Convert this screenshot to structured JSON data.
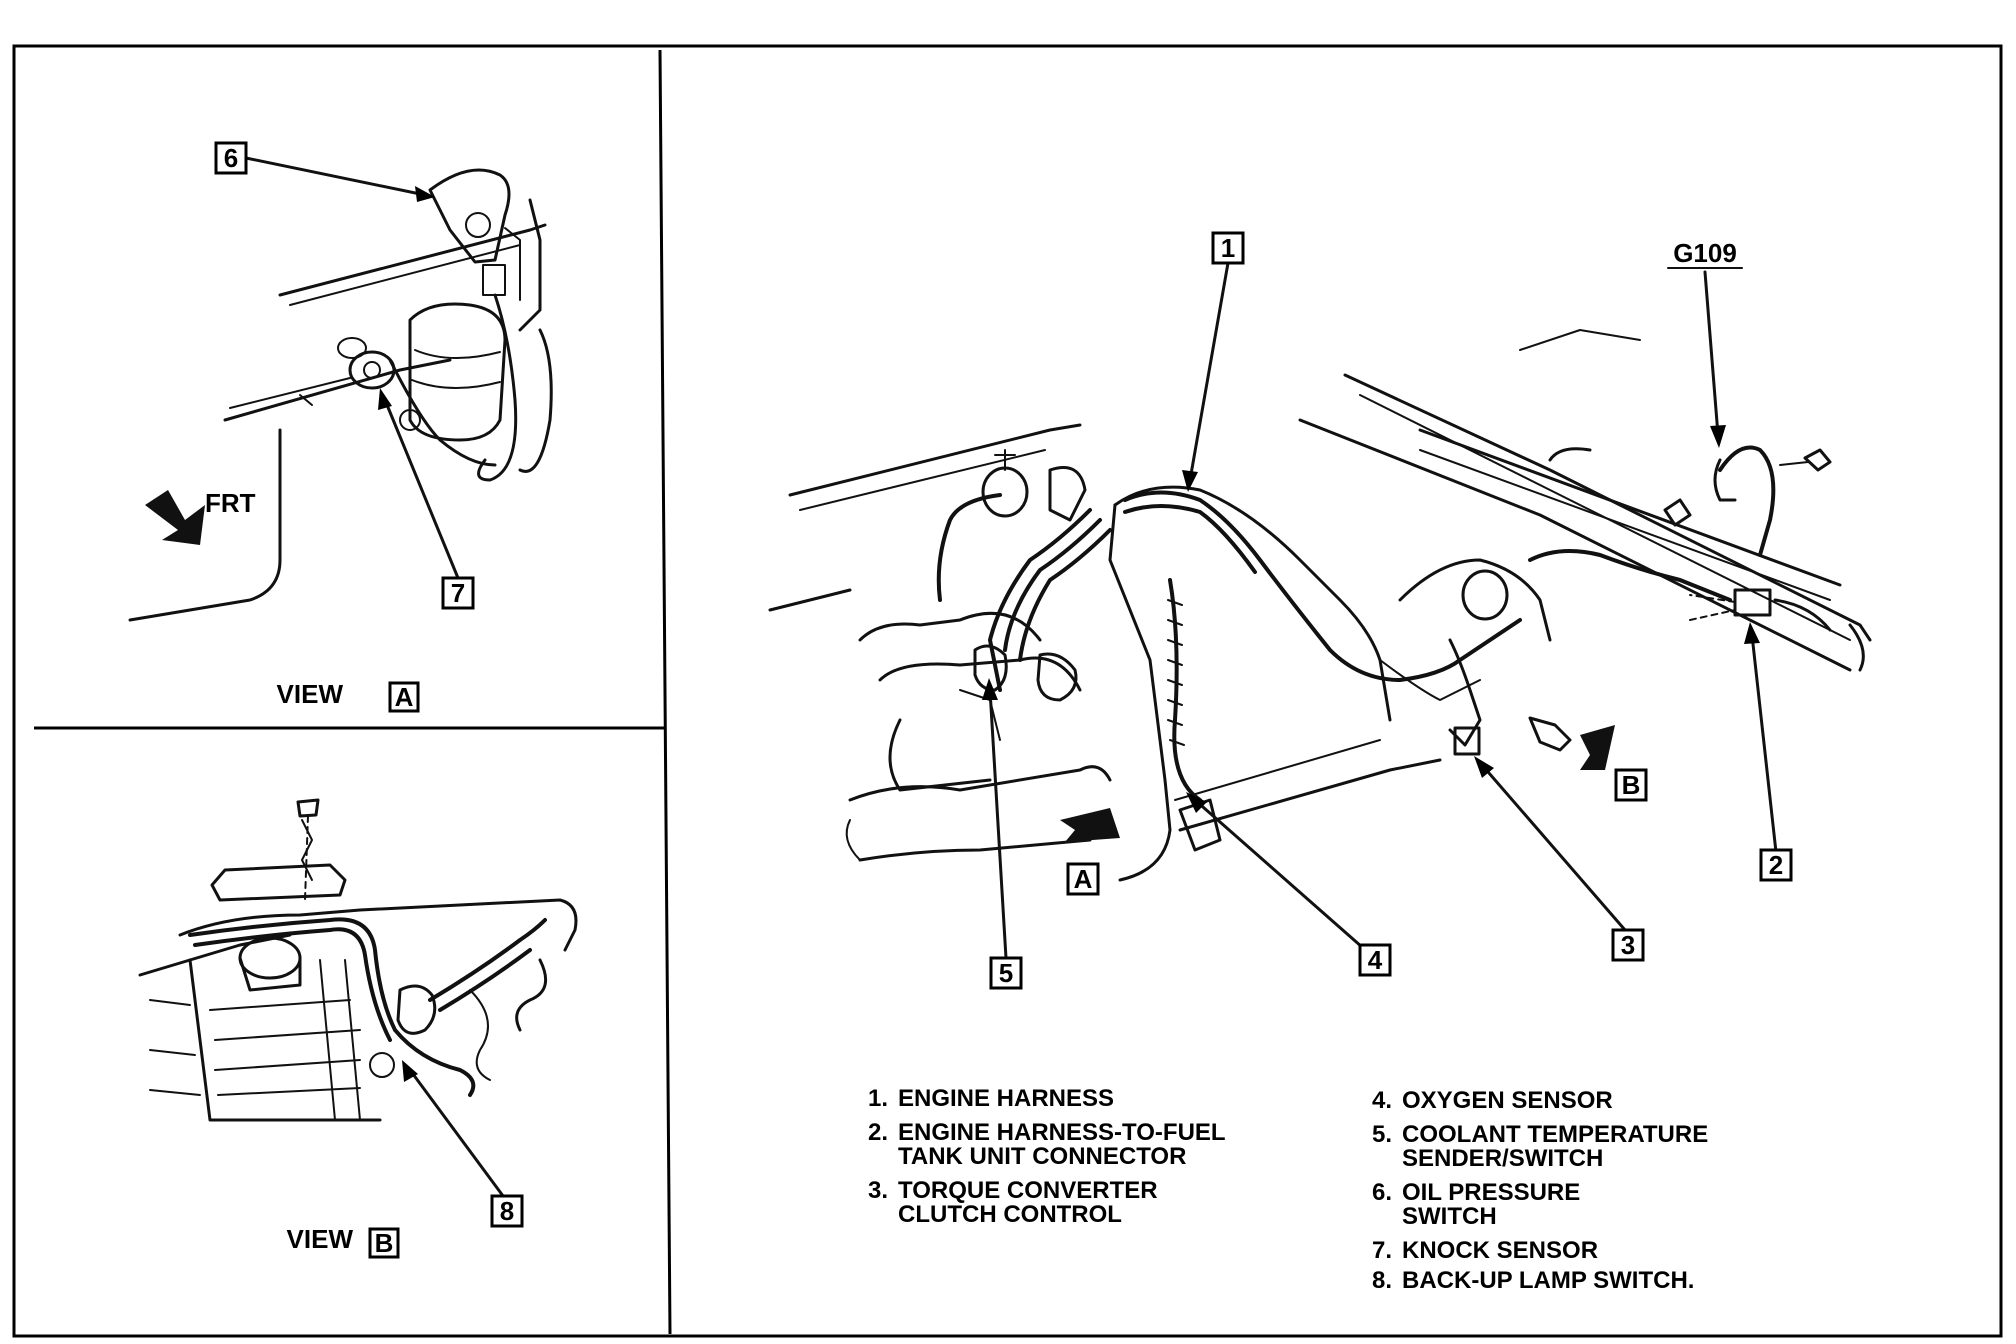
{
  "views": {
    "a": {
      "label": "VIEW",
      "letter": "A"
    },
    "b": {
      "label": "VIEW",
      "letter": "B"
    }
  },
  "front_label": "FRT",
  "ground_label": "G109",
  "callouts": {
    "c1": "1",
    "c2": "2",
    "c3": "3",
    "c4": "4",
    "c5": "5",
    "c6": "6",
    "c7": "7",
    "c8": "8",
    "view_a": "A",
    "view_b": "B"
  },
  "legend": {
    "left": [
      {
        "num": "1.",
        "lines": [
          "ENGINE HARNESS"
        ]
      },
      {
        "num": "2.",
        "lines": [
          "ENGINE HARNESS-TO-FUEL",
          "TANK UNIT CONNECTOR"
        ]
      },
      {
        "num": "3.",
        "lines": [
          "TORQUE CONVERTER",
          "CLUTCH CONTROL"
        ]
      }
    ],
    "right": [
      {
        "num": "4.",
        "lines": [
          "OXYGEN SENSOR"
        ]
      },
      {
        "num": "5.",
        "lines": [
          "COOLANT TEMPERATURE",
          "SENDER/SWITCH"
        ]
      },
      {
        "num": "6.",
        "lines": [
          "OIL PRESSURE",
          "SWITCH"
        ]
      },
      {
        "num": "7.",
        "lines": [
          "KNOCK SENSOR"
        ]
      },
      {
        "num": "8.",
        "lines": [
          "BACK-UP LAMP SWITCH."
        ]
      }
    ]
  }
}
